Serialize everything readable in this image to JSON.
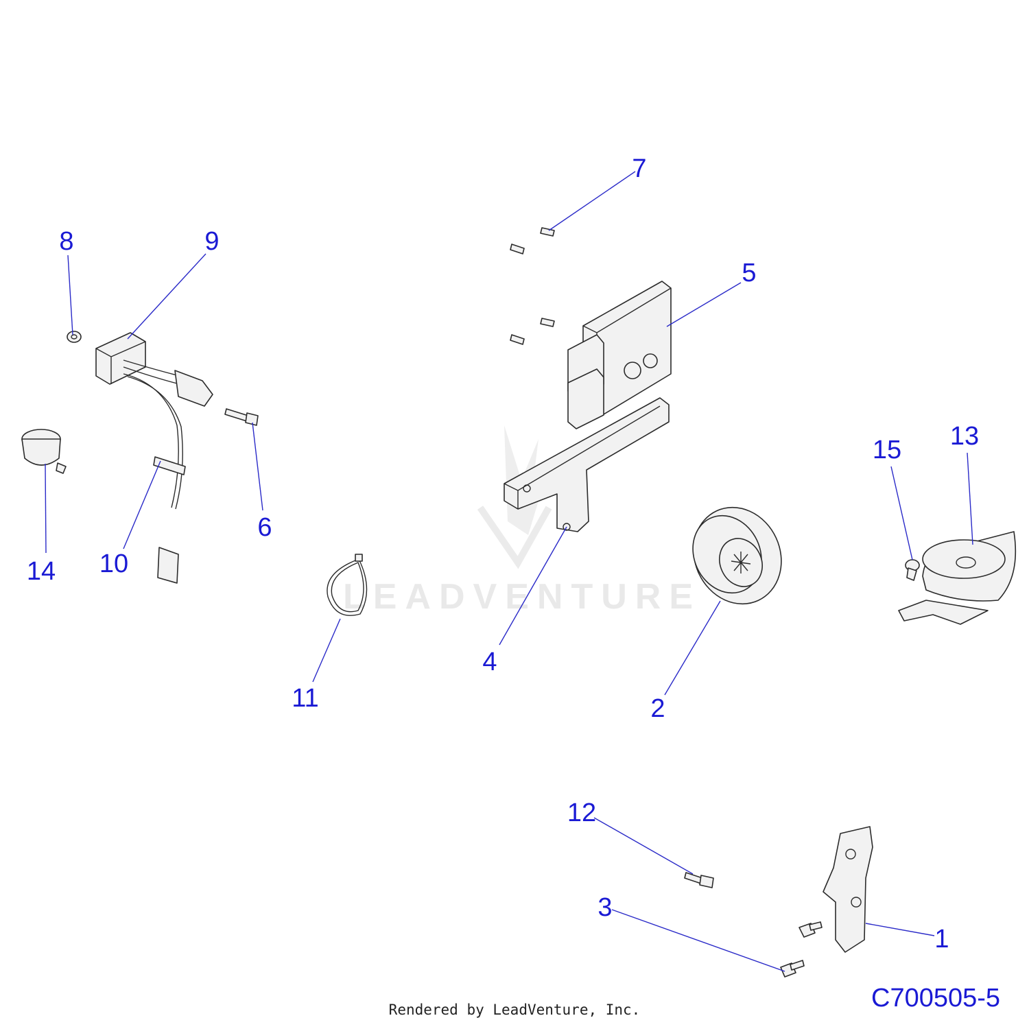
{
  "watermark": "LEADVENTURE",
  "diagram_code": "C700505-5",
  "footer": "Rendered by LeadVenture, Inc.",
  "callouts": {
    "c1": "1",
    "c2": "2",
    "c3": "3",
    "c4": "4",
    "c5": "5",
    "c6": "6",
    "c7": "7",
    "c8": "8",
    "c9": "9",
    "c10": "10",
    "c11": "11",
    "c12": "12",
    "c13": "13",
    "c14": "14",
    "c15": "15"
  }
}
